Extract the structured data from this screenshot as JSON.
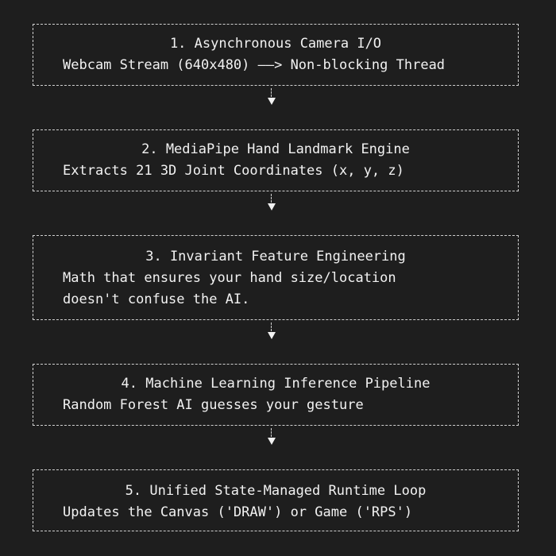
{
  "stages": [
    {
      "title": "1. Asynchronous Camera I/O",
      "lines": [
        "Webcam Stream (640x480) ——> Non-blocking Thread"
      ]
    },
    {
      "title": "2. MediaPipe Hand Landmark Engine",
      "lines": [
        "Extracts 21 3D Joint Coordinates (x, y, z)"
      ]
    },
    {
      "title": "3. Invariant Feature Engineering",
      "lines": [
        "Math that ensures your hand size/location",
        "doesn't confuse the AI."
      ]
    },
    {
      "title": "4. Machine Learning Inference Pipeline",
      "lines": [
        "Random Forest AI guesses your gesture"
      ]
    },
    {
      "title": "5. Unified State-Managed Runtime Loop",
      "lines": [
        "Updates the Canvas ('DRAW') or Game ('RPS')"
      ]
    }
  ],
  "connector_icon": "down-arrow-icon",
  "colors": {
    "background": "#1e1e1e",
    "text": "#f2f2f2",
    "border": "#d0d0d0"
  }
}
